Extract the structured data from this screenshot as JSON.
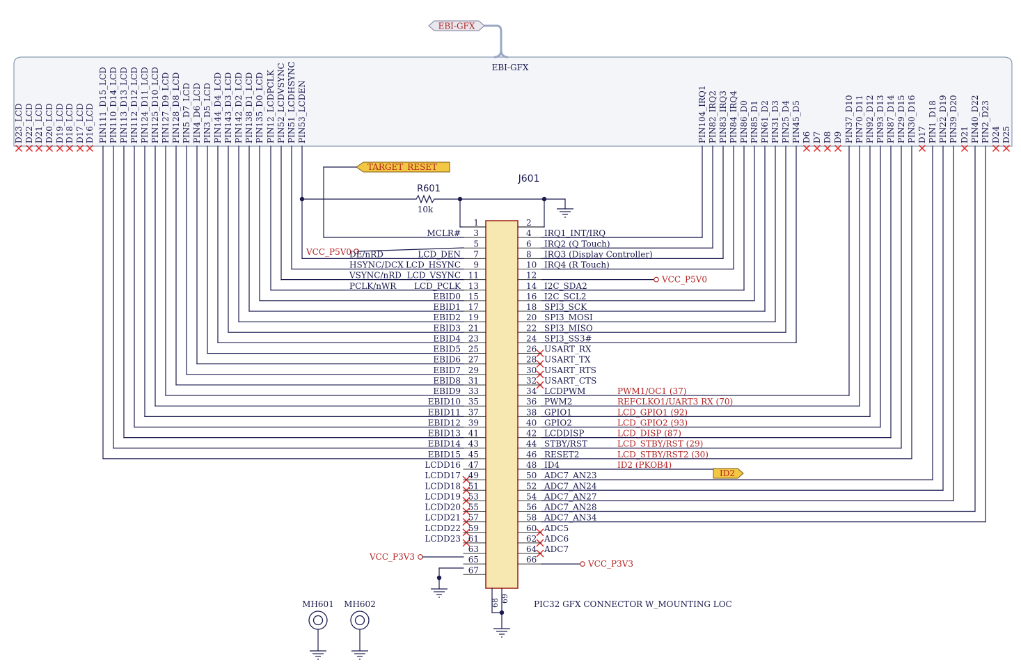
{
  "bus": {
    "port_label": "EBI-GFX",
    "box_label": "EBI-GFX",
    "left_labels": [
      "D23_LCD",
      "D22_LCD",
      "D21_LCD",
      "D20_LCD",
      "D19_LCD",
      "D18_LCD",
      "D17_LCD",
      "D16_LCD",
      "PIN111_D15_LCD",
      "PIN110_D14_LCD",
      "PIN113_D13_LCD",
      "PIN112_D12_LCD",
      "PIN124_D11_LCD",
      "PIN125_D10_LCD",
      "PIN127_D9_LCD",
      "PIN128_D8_LCD",
      "PIN5_D7_LCD",
      "PIN4_D6_LCD",
      "PIN3_D5_LCD",
      "PIN144_D4_LCD",
      "PIN143_D3_LCD",
      "PIN142_D2_LCD",
      "PIN138_D1_LCD",
      "PIN135_D0_LCD",
      "PIN12_LCDPCLK",
      "PIN52_LCDVSYNC",
      "PIN51_LCDHSYNC",
      "PIN53_LCDEN"
    ],
    "right_labels": [
      "PIN104_IRQ1",
      "PIN82_IRQ2",
      "PIN83_IRQ3",
      "PIN84_IRQ4",
      "PIN86_D0",
      "PIN85_D1",
      "PIN61_D2",
      "PIN31_D3",
      "PIN25_D4",
      "PIN45_D5",
      "D6",
      "D7",
      "D8",
      "D9",
      "PIN37_D10",
      "PIN70_D11",
      "PIN92_D12",
      "PIN93_D13",
      "PIN87_D14",
      "PIN29_D15",
      "PIN30_D16",
      "D17",
      "PIN1_D18",
      "PIN22_D19",
      "PIN39_D20",
      "D21",
      "PIN40_D22",
      "PIN2_D23",
      "D24",
      "D25"
    ]
  },
  "target_reset": "TARGET_RESET",
  "resistor": {
    "ref": "R601",
    "value": "10k"
  },
  "connector": {
    "ref": "J601",
    "description": "PIC32 GFX CONNECTOR W_MOUNTING LOC",
    "mount_pins": [
      "68",
      "69"
    ],
    "left_pins": [
      {
        "pin": "1",
        "name": "",
        "alt": ""
      },
      {
        "pin": "3",
        "name": "MCLR#",
        "alt": ""
      },
      {
        "pin": "5",
        "name": "",
        "alt": ""
      },
      {
        "pin": "7",
        "name": "LCD_DEN",
        "alt": "DE/nRD"
      },
      {
        "pin": "9",
        "name": "LCD_HSYNC",
        "alt": "HSYNC/DCX"
      },
      {
        "pin": "11",
        "name": "LCD_VSYNC",
        "alt": "VSYNC/nRD"
      },
      {
        "pin": "13",
        "name": "LCD_PCLK",
        "alt": "PCLK/nWR"
      },
      {
        "pin": "15",
        "name": "EBID0",
        "alt": ""
      },
      {
        "pin": "17",
        "name": "EBID1",
        "alt": ""
      },
      {
        "pin": "19",
        "name": "EBID2",
        "alt": ""
      },
      {
        "pin": "21",
        "name": "EBID3",
        "alt": ""
      },
      {
        "pin": "23",
        "name": "EBID4",
        "alt": ""
      },
      {
        "pin": "25",
        "name": "EBID5",
        "alt": ""
      },
      {
        "pin": "27",
        "name": "EBID6",
        "alt": ""
      },
      {
        "pin": "29",
        "name": "EBID7",
        "alt": ""
      },
      {
        "pin": "31",
        "name": "EBID8",
        "alt": ""
      },
      {
        "pin": "33",
        "name": "EBID9",
        "alt": ""
      },
      {
        "pin": "35",
        "name": "EBID10",
        "alt": ""
      },
      {
        "pin": "37",
        "name": "EBID11",
        "alt": ""
      },
      {
        "pin": "39",
        "name": "EBID12",
        "alt": ""
      },
      {
        "pin": "41",
        "name": "EBID13",
        "alt": ""
      },
      {
        "pin": "43",
        "name": "EBID14",
        "alt": ""
      },
      {
        "pin": "45",
        "name": "EBID15",
        "alt": ""
      },
      {
        "pin": "47",
        "name": "LCDD16",
        "alt": ""
      },
      {
        "pin": "49",
        "name": "LCDD17",
        "alt": ""
      },
      {
        "pin": "51",
        "name": "LCDD18",
        "alt": ""
      },
      {
        "pin": "53",
        "name": "LCDD19",
        "alt": ""
      },
      {
        "pin": "55",
        "name": "LCDD20",
        "alt": ""
      },
      {
        "pin": "57",
        "name": "LCDD21",
        "alt": ""
      },
      {
        "pin": "59",
        "name": "LCDD22",
        "alt": ""
      },
      {
        "pin": "61",
        "name": "LCDD23",
        "alt": ""
      },
      {
        "pin": "63",
        "name": "",
        "alt": ""
      },
      {
        "pin": "65",
        "name": "",
        "alt": ""
      },
      {
        "pin": "67",
        "name": "",
        "alt": ""
      }
    ],
    "right_pins": [
      {
        "pin": "2",
        "name": "",
        "note": ""
      },
      {
        "pin": "4",
        "name": "IRQ1_INT/IRQ",
        "note": ""
      },
      {
        "pin": "6",
        "name": "IRQ2 (Q Touch)",
        "note": ""
      },
      {
        "pin": "8",
        "name": "IRQ3 (Display Controller)",
        "note": ""
      },
      {
        "pin": "10",
        "name": "IRQ4 (R Touch)",
        "note": ""
      },
      {
        "pin": "12",
        "name": "",
        "note": ""
      },
      {
        "pin": "14",
        "name": "I2C_SDA2",
        "note": ""
      },
      {
        "pin": "16",
        "name": "I2C_SCL2",
        "note": ""
      },
      {
        "pin": "18",
        "name": "SPI3_SCK",
        "note": ""
      },
      {
        "pin": "20",
        "name": "SPI3_MOSI",
        "note": ""
      },
      {
        "pin": "22",
        "name": "SPI3_MISO",
        "note": ""
      },
      {
        "pin": "24",
        "name": "SPI3_SS3#",
        "note": ""
      },
      {
        "pin": "26",
        "name": "USART_RX",
        "note": ""
      },
      {
        "pin": "28",
        "name": "USART_TX",
        "note": ""
      },
      {
        "pin": "30",
        "name": "USART_RTS",
        "note": ""
      },
      {
        "pin": "32",
        "name": "USART_CTS",
        "note": ""
      },
      {
        "pin": "34",
        "name": "LCDPWM",
        "note": "PWM1/OC1 (37)"
      },
      {
        "pin": "36",
        "name": "PWM2",
        "note": "REFCLKO1/UART3 RX (70)"
      },
      {
        "pin": "38",
        "name": "GPIO1",
        "note": "LCD_GPIO1 (92)"
      },
      {
        "pin": "40",
        "name": "GPIO2",
        "note": "LCD_GPIO2 (93)"
      },
      {
        "pin": "42",
        "name": "LCDDISP",
        "note": "LCD_DISP (87)"
      },
      {
        "pin": "44",
        "name": "STBY/RST",
        "note": "LCD_STBY/RST (29)"
      },
      {
        "pin": "46",
        "name": "RESET2",
        "note": "LCD_STBY/RST2 (30)"
      },
      {
        "pin": "48",
        "name": "ID4",
        "note": "ID2 (PKOB4)"
      },
      {
        "pin": "50",
        "name": "ADC7_AN23",
        "note": ""
      },
      {
        "pin": "52",
        "name": "ADC7_AN24",
        "note": ""
      },
      {
        "pin": "54",
        "name": "ADC7_AN27",
        "note": ""
      },
      {
        "pin": "56",
        "name": "ADC7_AN28",
        "note": ""
      },
      {
        "pin": "58",
        "name": "ADC7_AN34",
        "note": ""
      },
      {
        "pin": "60",
        "name": "ADC5",
        "note": ""
      },
      {
        "pin": "62",
        "name": "ADC6",
        "note": ""
      },
      {
        "pin": "64",
        "name": "ADC7",
        "note": ""
      },
      {
        "pin": "66",
        "name": "",
        "note": ""
      }
    ]
  },
  "power": {
    "p5v0_left": "VCC_P5V0",
    "p5v0_right": "VCC_P5V0",
    "p3v3_left": "VCC_P3V3",
    "p3v3_right": "VCC_P3V3"
  },
  "id_port": "ID2",
  "mounting_holes": [
    "MH601",
    "MH602"
  ],
  "colors": {
    "wire": "#1a1a4e",
    "net_label": "#b22222",
    "port_fill": "#f2c744",
    "no_connect": "#e02020",
    "bus_fill": "#f3f5f9"
  }
}
